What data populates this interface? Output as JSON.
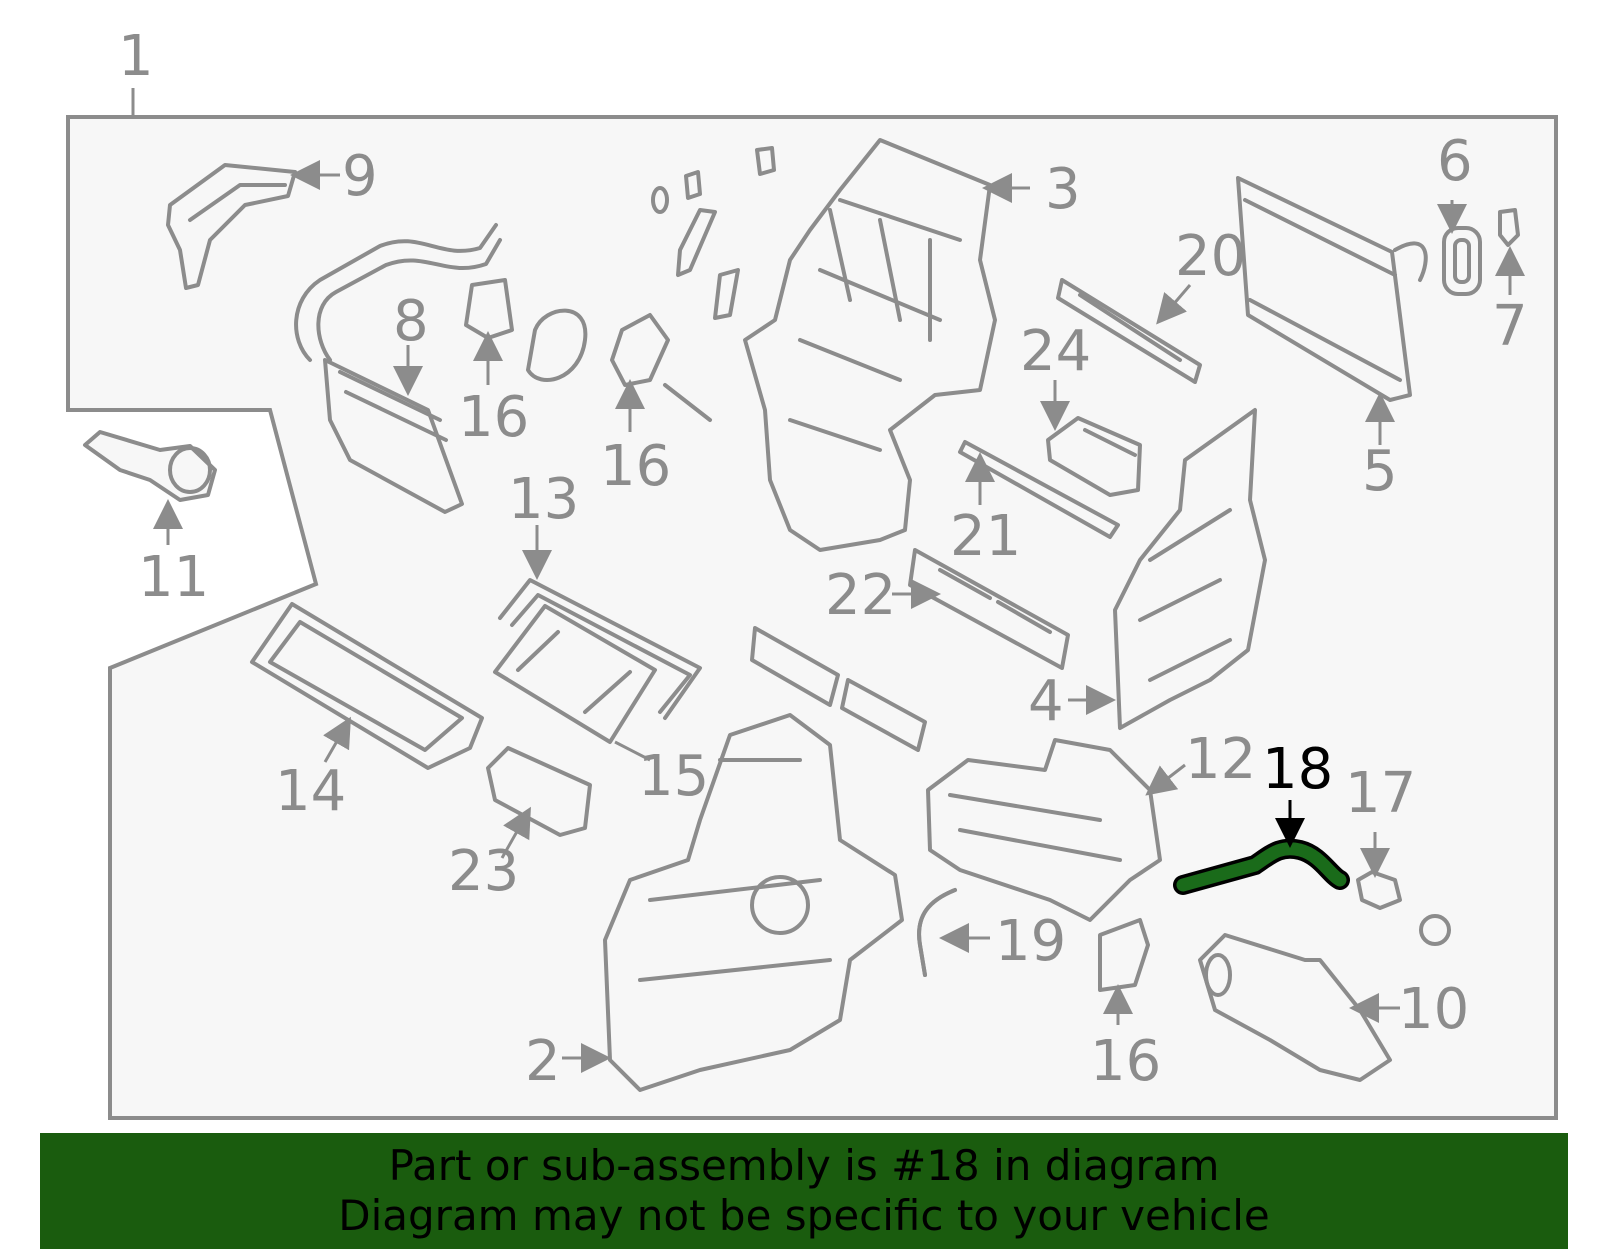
{
  "callouts": {
    "c1": "1",
    "c2": "2",
    "c3": "3",
    "c4": "4",
    "c5": "5",
    "c6": "6",
    "c7": "7",
    "c8": "8",
    "c9": "9",
    "c10": "10",
    "c11": "11",
    "c12": "12",
    "c13": "13",
    "c14": "14",
    "c15": "15",
    "c16a": "16",
    "c16b": "16",
    "c16c": "16",
    "c17": "17",
    "c18": "18",
    "c19": "19",
    "c20": "20",
    "c21": "21",
    "c22": "22",
    "c23": "23",
    "c24": "24"
  },
  "highlight": {
    "part": "18",
    "color": "#1a6b1a"
  },
  "banner": {
    "line1": "Part or sub-assembly is #18 in diagram",
    "line2": "Diagram may not be specific to your vehicle",
    "background": "#1a5c0e"
  }
}
